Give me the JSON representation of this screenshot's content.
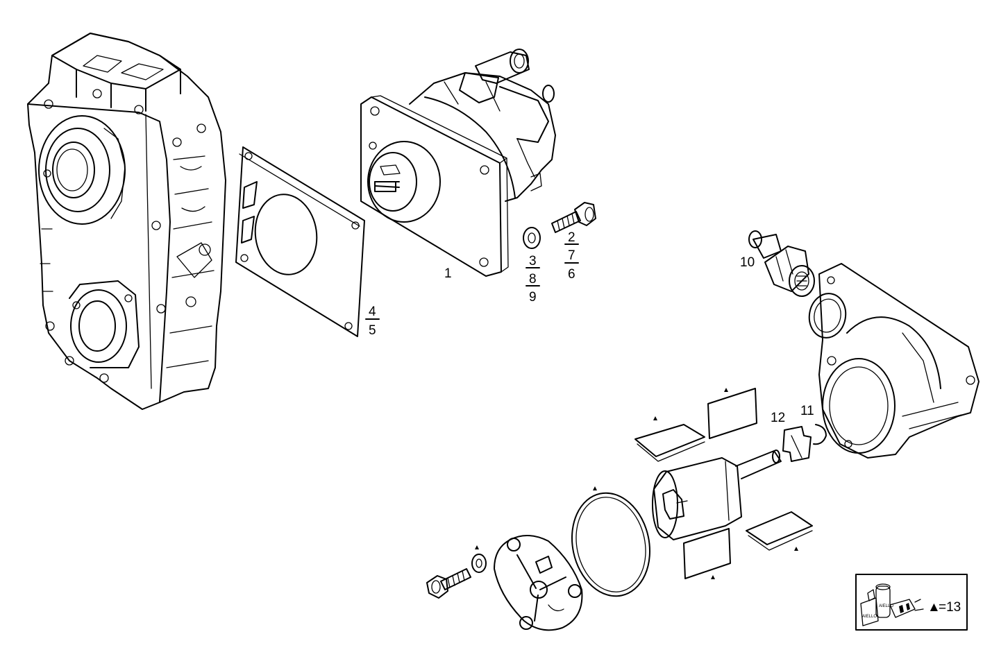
{
  "callouts": [
    {
      "id": "c1",
      "text": "1"
    },
    {
      "id": "c2",
      "text": "2"
    },
    {
      "id": "c7",
      "text": "7"
    },
    {
      "id": "c6",
      "text": "6"
    },
    {
      "id": "c3",
      "text": "3"
    },
    {
      "id": "c8",
      "text": "8"
    },
    {
      "id": "c9",
      "text": "9"
    },
    {
      "id": "c4",
      "text": "4"
    },
    {
      "id": "c5",
      "text": "5"
    },
    {
      "id": "c10",
      "text": "10"
    },
    {
      "id": "c11",
      "text": "11"
    },
    {
      "id": "c12",
      "text": "12"
    }
  ],
  "kit_legend": "=13",
  "kit_label_a": "AIELLO",
  "kit_label_b": "AIELLO",
  "marker_symbol": "▲"
}
